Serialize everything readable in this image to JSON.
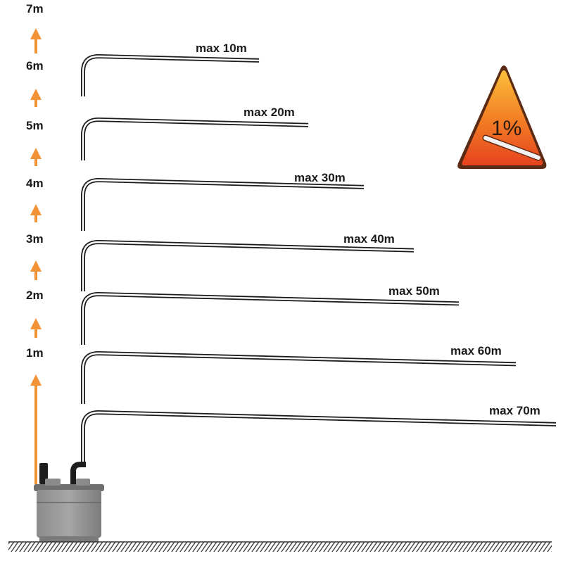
{
  "height_scale": {
    "unit": "m",
    "labels": [
      "1m",
      "2m",
      "3m",
      "4m",
      "5m",
      "6m",
      "7m"
    ],
    "arrow_color": "#f39237"
  },
  "pipe_runs": [
    {
      "height_m": 6,
      "max_length_label": "max 10m"
    },
    {
      "height_m": 5,
      "max_length_label": "max 20m"
    },
    {
      "height_m": 4,
      "max_length_label": "max 30m"
    },
    {
      "height_m": 3,
      "max_length_label": "max 40m"
    },
    {
      "height_m": 2,
      "max_length_label": "max 50m"
    },
    {
      "height_m": 1,
      "max_length_label": "max 60m"
    },
    {
      "height_m": 0,
      "max_length_label": "max 70m"
    }
  ],
  "slope_sign": {
    "text": "1%",
    "icon": "warning-triangle-icon",
    "color_top": "#fbbf3a",
    "color_bottom": "#e5431f"
  },
  "pump_unit": {
    "icon": "sewage-pump-unit-icon"
  },
  "floor": {
    "icon": "ground-hatching"
  }
}
